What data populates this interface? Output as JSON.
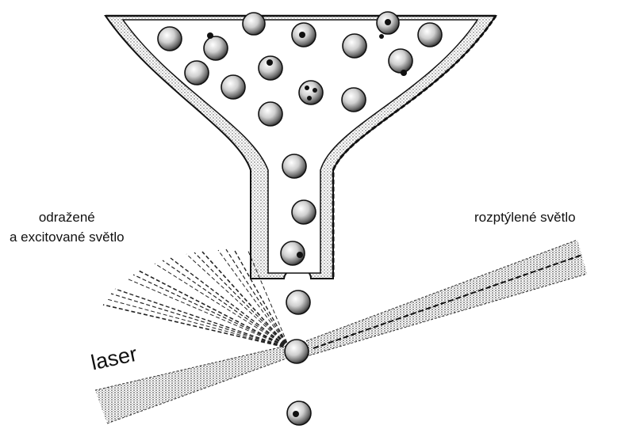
{
  "labels": {
    "reflected_line1": "odražené",
    "reflected_line2": "a excitované světlo",
    "scattered": "rozptýlené světlo",
    "laser": "laser"
  },
  "colors": {
    "ink": "#111111",
    "paper": "#ffffff",
    "stipple": "#555555"
  },
  "icons": {
    "cell": "cell-icon",
    "funnel": "funnel-icon"
  }
}
